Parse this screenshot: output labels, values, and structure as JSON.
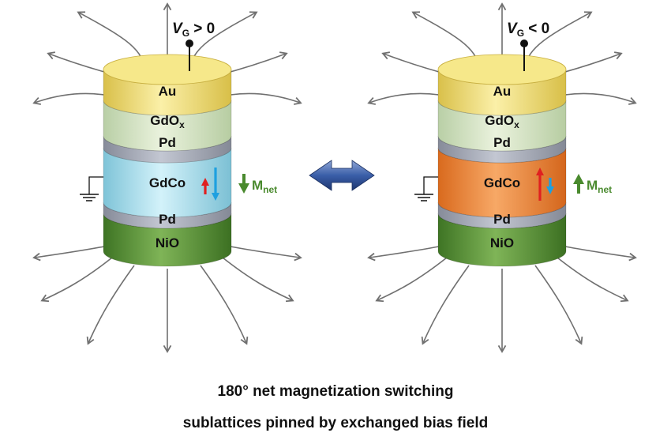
{
  "devices": [
    {
      "gate_symbol": "V",
      "gate_subscript": "G",
      "gate_condition": " > 0",
      "layers": {
        "top": "Au",
        "oxide_base": "GdO",
        "oxide_sub": "x",
        "spacer1": "Pd",
        "magnet": "GdCo",
        "spacer2": "Pd",
        "bottom": "NiO"
      },
      "mnet_label": "M",
      "mnet_sub": "net",
      "mnet_direction": "down",
      "magnet_color": "#a8dde8",
      "sublattice_arrows": [
        {
          "color": "#e02020",
          "direction": "up",
          "size": "short"
        },
        {
          "color": "#1ea0e0",
          "direction": "down",
          "size": "long"
        }
      ]
    },
    {
      "gate_symbol": "V",
      "gate_subscript": "G",
      "gate_condition": " < 0",
      "layers": {
        "top": "Au",
        "oxide_base": "GdO",
        "oxide_sub": "x",
        "spacer1": "Pd",
        "magnet": "GdCo",
        "spacer2": "Pd",
        "bottom": "NiO"
      },
      "mnet_label": "M",
      "mnet_sub": "net",
      "mnet_direction": "up",
      "magnet_color": "#f08a3a",
      "sublattice_arrows": [
        {
          "color": "#e02020",
          "direction": "up",
          "size": "long"
        },
        {
          "color": "#1ea0e0",
          "direction": "down",
          "size": "short"
        }
      ]
    }
  ],
  "caption": {
    "line1": "180° net magnetization switching",
    "line2": "sublattices pinned by exchanged bias field"
  },
  "colors": {
    "au": "#f3e27a",
    "gdox": "#d6e6c4",
    "pd": "#a3a8b5",
    "nio": "#5f9a3a",
    "field_lines": "#707070",
    "mnet_arrow": "#4a8a2e",
    "double_arrow": "#2a4a8a"
  },
  "icons": [
    "ground-icon",
    "double-arrow-icon",
    "field-line-arrows"
  ]
}
